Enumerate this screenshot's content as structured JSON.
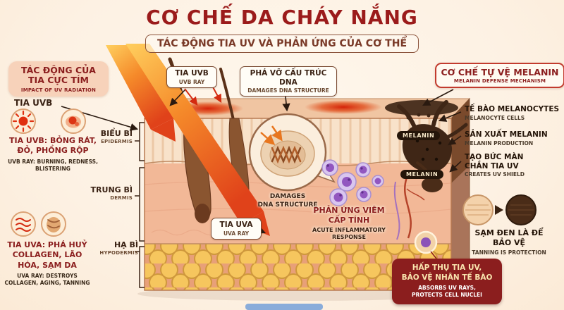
{
  "header": {
    "title": "CƠ CHẾ DA CHÁY NẮNG",
    "subtitle": "TÁC ĐỘNG TIA UV VÀ PHẢN ỨNG CỦA CƠ THỂ"
  },
  "left": {
    "impact_vi1": "TÁC ĐỘNG CỦA",
    "impact_vi2": "TIA CỰC TÍM",
    "impact_en": "IMPACT OF UV RADIATION",
    "tia_uvb": "TIA UVB",
    "uvb_vi": "TIA UVB: BỎNG RÁT, ĐỎ, PHỒNG RỘP",
    "uvb_en": "UVB RAY: BURNING, REDNESS, BLISTERING",
    "uva_vi": "TIA UVA: PHÁ HUỶ COLLAGEN, LÃO HÓA, SẠM DA",
    "uva_en": "UVA RAY: DESTROYS COLLAGEN, AGING, TANNING"
  },
  "layers": [
    {
      "vi": "BIỂU BÌ",
      "en": "EPIDERMIS"
    },
    {
      "vi": "TRUNG BÌ",
      "en": "DERMIS"
    },
    {
      "vi": "HẠ BÌ",
      "en": "HYPODERMIS"
    }
  ],
  "center": {
    "uvb_vi": "TIA UVB",
    "uvb_en": "UVB RAY",
    "dna_vi": "PHÁ VỠ CẤU TRÚC DNA",
    "dna_en": "DAMAGES DNA STRUCTURE",
    "dna_cap1": "DAMAGES",
    "dna_cap2": "DNA STRUCTURE",
    "uva_vi": "TIA UVA",
    "uva_en": "UVA RAY",
    "inflam_vi": "PHẢN ỨNG VIÊM CẤP TÍNH",
    "inflam_en": "ACUTE INFLAMMATORY RESPONSE"
  },
  "right": {
    "defense_vi": "CƠ CHẾ TỰ VỆ MELANIN",
    "defense_en": "MELANIN DEFENSE MECHANISM",
    "item1_vi": "TẾ BÀO MELANOCYTES",
    "item1_en": "MELANOCYTE CELLS",
    "item2_vi": "SẢN XUẤT MELANIN",
    "item2_en": "MELANIN PRODUCTION",
    "item3_vi": "TẠO BỨC MÀN CHẮN TIA UV",
    "item3_en": "CREATES UV SHIELD",
    "melanin1": "MELANIN",
    "melanin2": "MELANIN",
    "tanning_vi": "SẠM ĐEN LÀ ĐỂ BẢO VỆ",
    "tanning_en": "TANNING IS PROTECTION",
    "absorb_vi1": "HẤP THỤ TIA UV,",
    "absorb_vi2": "BẢO VỆ NHÂN TẾ BÀO",
    "absorb_en1": "ABSORBS UV RAYS,",
    "absorb_en2": "PROTECTS CELL NUCLEI"
  },
  "colors": {
    "background": "#fdf1e3",
    "title_red": "#9b1b1b",
    "dark_red": "#8b1e1e",
    "beam_orange": "#f58a2a",
    "melanin_brown": "#3f2616",
    "cell_purple": "#9257c0"
  }
}
